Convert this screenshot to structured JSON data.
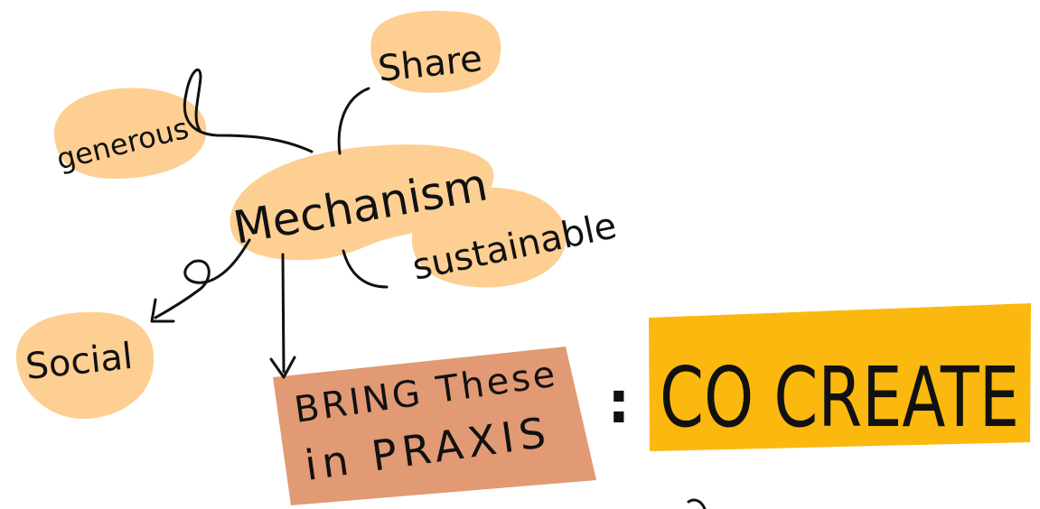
{
  "colors": {
    "blob": "#fdcf93",
    "praxis_box": "#e19a74",
    "cocreate_box": "#fbb80f",
    "ink": "#111111",
    "background": "#ffffff"
  },
  "nodes": {
    "center": {
      "label": "Mechanism"
    },
    "share": {
      "label": "Share"
    },
    "generous": {
      "label": "generous"
    },
    "sustainable": {
      "label": "sustainable"
    },
    "social": {
      "label": "Social"
    },
    "praxis": {
      "line1": "BRING These",
      "line2": "in PRAXIS"
    },
    "cocreate": {
      "label": "CO CREATE"
    }
  },
  "separator": ":"
}
